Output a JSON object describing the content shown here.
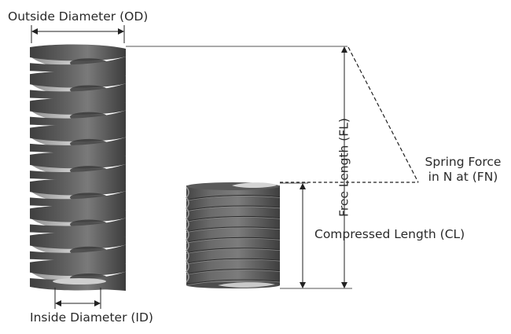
{
  "labels": {
    "outside_diameter": "Outside Diameter (OD)",
    "inside_diameter": "Inside Diameter (ID)",
    "free_length": "Free Length (FL)",
    "compressed_length": "Compressed Length (CL)",
    "spring_force_line1": "Spring Force",
    "spring_force_line2": "in N at (FN)"
  },
  "colors": {
    "coil_dark": "#4d4d4d",
    "coil_light": "#9a9a9a",
    "coil_highlight": "#d2d2d2",
    "line": "#222222",
    "text": "#2a2a2a"
  },
  "springs": {
    "free_coils": 9,
    "compressed_coils": 9
  }
}
